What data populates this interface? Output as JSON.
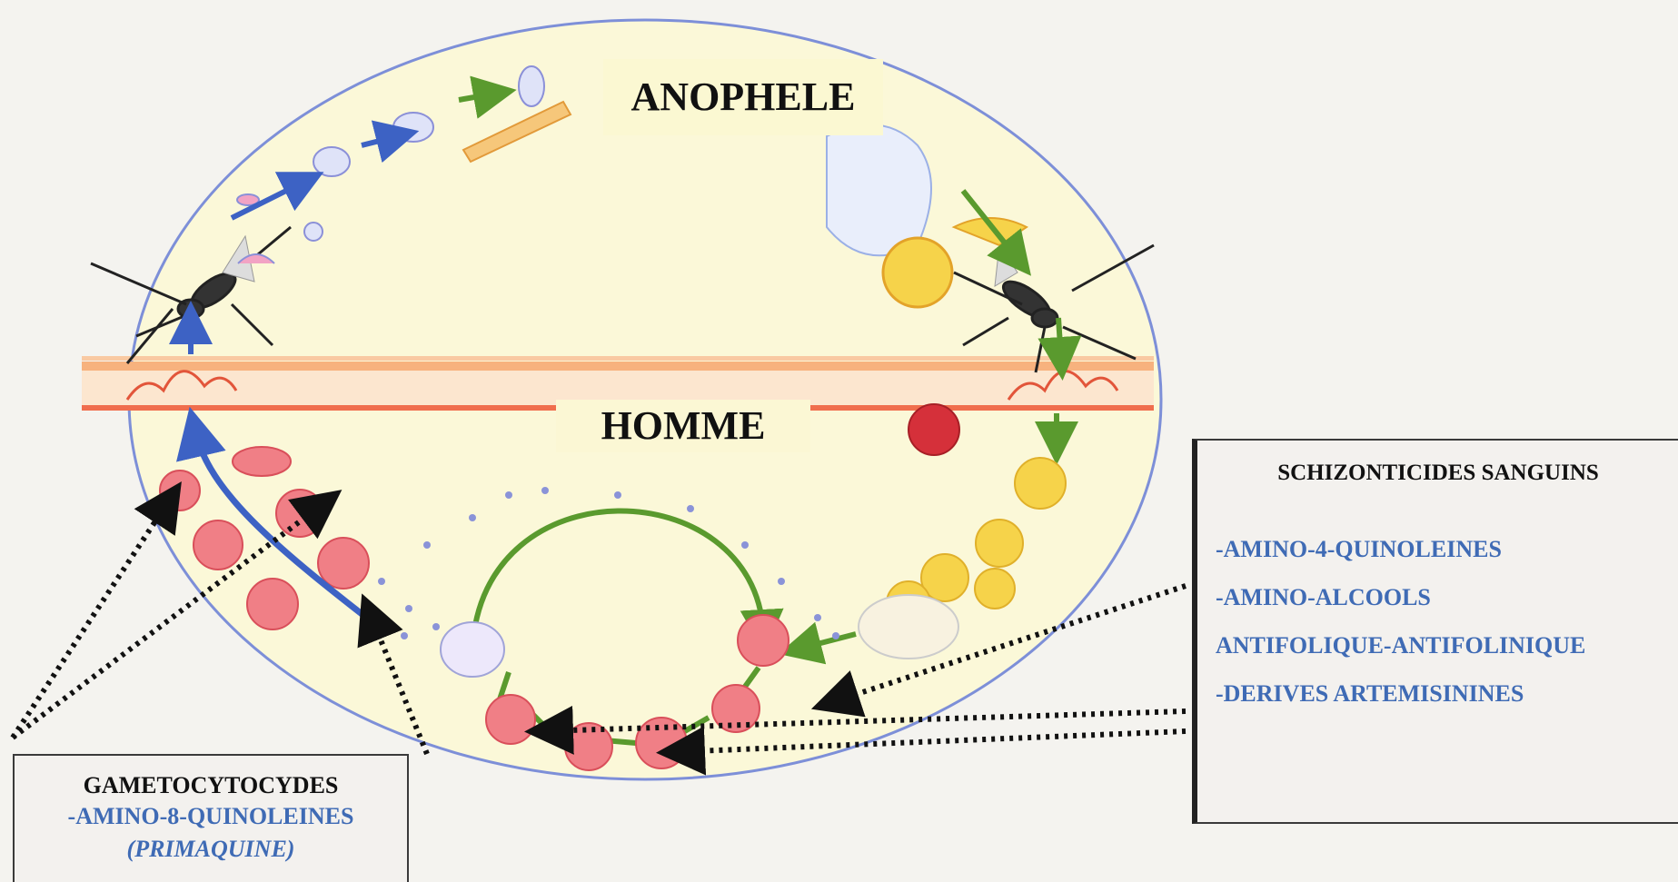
{
  "labels": {
    "host_vector": "ANOPHELE",
    "host_human": "HOMME"
  },
  "schizonticides": {
    "title": "SCHIZONTICIDES SANGUINS",
    "drugs": [
      "-AMINO-4-QUINOLEINES",
      "-AMINO-ALCOOLS",
      "ANTIFOLIQUE-ANTIFOLINIQUE",
      "-DERIVES ARTEMISININES"
    ]
  },
  "gametocytocides": {
    "title": "GAMETOCYTOCYDES",
    "drug": "-AMINO-8-QUINOLEINES",
    "example": "(PRIMAQUINE)"
  },
  "colors": {
    "ellipse_fill": "#fbf8d8",
    "ellipse_stroke": "#7d8fd8",
    "blue_arrow": "#3d62c4",
    "green_arrow": "#5a9a2e",
    "skin_orange": "#f08a52",
    "red_cell": "#f07f86",
    "yellow_cell": "#f6d34a",
    "drug_blue": "#3f6bb5"
  }
}
